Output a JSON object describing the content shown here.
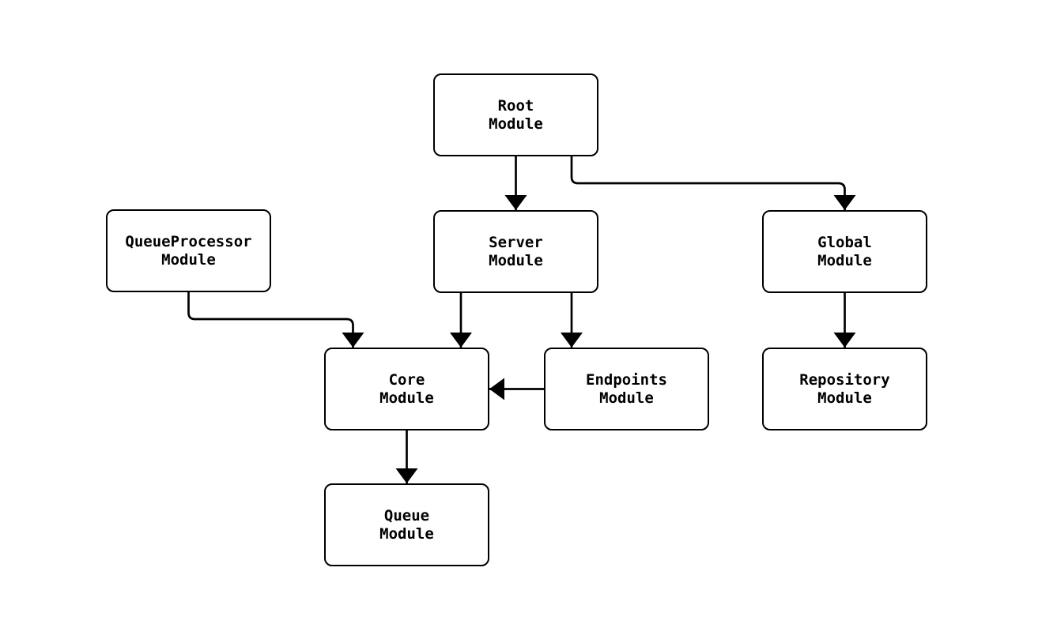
{
  "diagram": {
    "type": "flowchart",
    "direction": "top-down",
    "colors": {
      "background": "#ffffff",
      "node_fill": "#ffffff",
      "node_border": "#000000",
      "edge_stroke": "#000000",
      "text": "#000000"
    },
    "nodes": [
      {
        "id": "root",
        "label": "Root\nModule"
      },
      {
        "id": "queueprocessor",
        "label": "QueueProcessor\nModule"
      },
      {
        "id": "server",
        "label": "Server\nModule"
      },
      {
        "id": "global",
        "label": "Global\nModule"
      },
      {
        "id": "core",
        "label": "Core\nModule"
      },
      {
        "id": "endpoints",
        "label": "Endpoints\nModule"
      },
      {
        "id": "repository",
        "label": "Repository\nModule"
      },
      {
        "id": "queue",
        "label": "Queue\nModule"
      }
    ],
    "edges": [
      {
        "from": "root",
        "to": "server"
      },
      {
        "from": "root",
        "to": "global"
      },
      {
        "from": "queueprocessor",
        "to": "core"
      },
      {
        "from": "server",
        "to": "core"
      },
      {
        "from": "server",
        "to": "endpoints"
      },
      {
        "from": "endpoints",
        "to": "core"
      },
      {
        "from": "core",
        "to": "queue"
      },
      {
        "from": "global",
        "to": "repository"
      }
    ]
  }
}
